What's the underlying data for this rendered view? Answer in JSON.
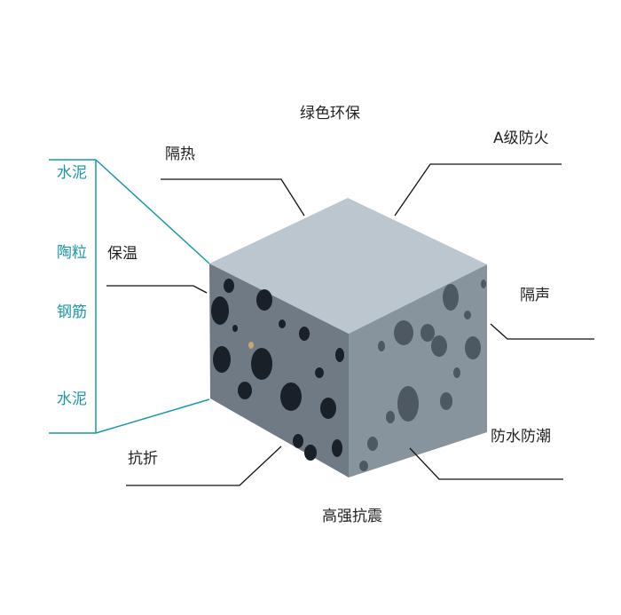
{
  "labels": {
    "eco": "绿色环保",
    "fire": "A级防火",
    "heat": "隔热",
    "keep_warm": "保温",
    "sound": "隔声",
    "water": "防水防潮",
    "bend": "抗折",
    "quake": "高强抗震"
  },
  "layers": [
    "水泥",
    "陶粒",
    "钢筋",
    "水泥"
  ],
  "colors": {
    "accent": "#1a97a8",
    "top_face": "#bcc6ce",
    "left_face": "#6f7a84",
    "right_face": "#87939d",
    "pores": "#1a2028"
  }
}
